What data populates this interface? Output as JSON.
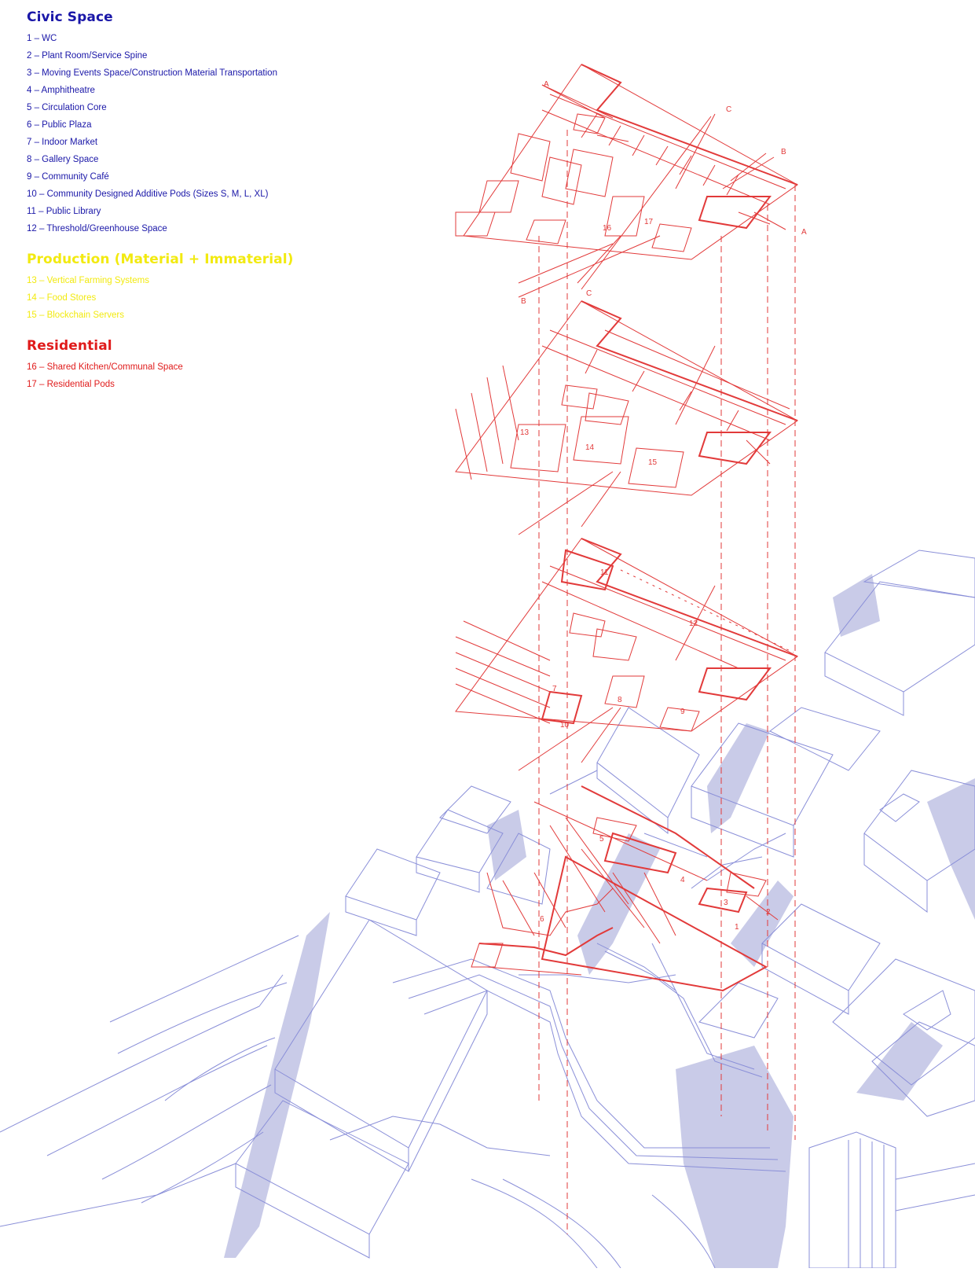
{
  "legend": {
    "civic": {
      "title": "Civic Space",
      "items": [
        "1 – WC",
        "2 – Plant Room/Service Spine",
        "3 – Moving Events Space/Construction Material Transportation",
        "4 – Amphitheatre",
        "5 – Circulation Core",
        "6 – Public Plaza",
        "7 – Indoor Market",
        "8 – Gallery Space",
        "9 – Community Café",
        "10 – Community Designed Additive Pods (Sizes S, M, L, XL)",
        "11 – Public Library",
        "12 – Threshold/Greenhouse Space"
      ]
    },
    "production": {
      "title": "Production (Material + Immaterial)",
      "items": [
        "13 – Vertical Farming Systems",
        "14 – Food Stores",
        "15 – Blockchain Servers"
      ]
    },
    "residential": {
      "title": "Residential",
      "items": [
        "16 – Shared Kitchen/Communal Space",
        "17 – Residential Pods"
      ]
    }
  },
  "diagram": {
    "section_markers": [
      "A",
      "A",
      "B",
      "B",
      "C",
      "C"
    ],
    "level_labels": [
      "16",
      "17",
      "13",
      "14",
      "15",
      "11",
      "12",
      "7",
      "8",
      "9",
      "10",
      "5",
      "4",
      "3",
      "2",
      "1",
      "6"
    ]
  },
  "colors": {
    "civic": "#1a17a8",
    "production": "#f2ea10",
    "residential": "#e01b1b",
    "drawing_red": "#e23a3a",
    "context_blue": "#8a8fd8",
    "shadow": "#c9cbe8"
  }
}
